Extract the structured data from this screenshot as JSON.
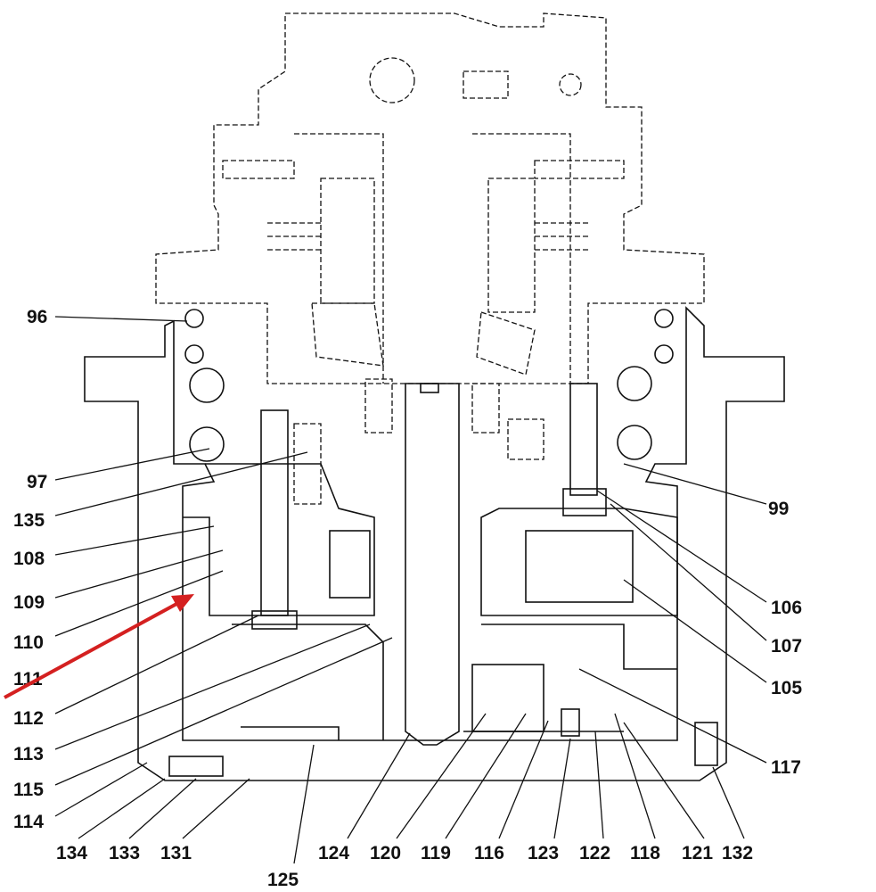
{
  "diagram": {
    "type": "exploded-parts cross-section (swing motor reduction gear)",
    "labels_left": [
      "96",
      "97",
      "135",
      "108",
      "109",
      "110",
      "111",
      "112",
      "113",
      "115",
      "114"
    ],
    "labels_bottom": [
      "134",
      "133",
      "131",
      "125",
      "124",
      "120",
      "119",
      "116",
      "123",
      "122",
      "118",
      "121",
      "132"
    ],
    "labels_right": [
      "99",
      "106",
      "107",
      "105",
      "117"
    ],
    "highlight": {
      "part": "111",
      "arrow_color": "#d42020"
    },
    "colors": {
      "line": "#111111",
      "background": "#ffffff"
    }
  }
}
